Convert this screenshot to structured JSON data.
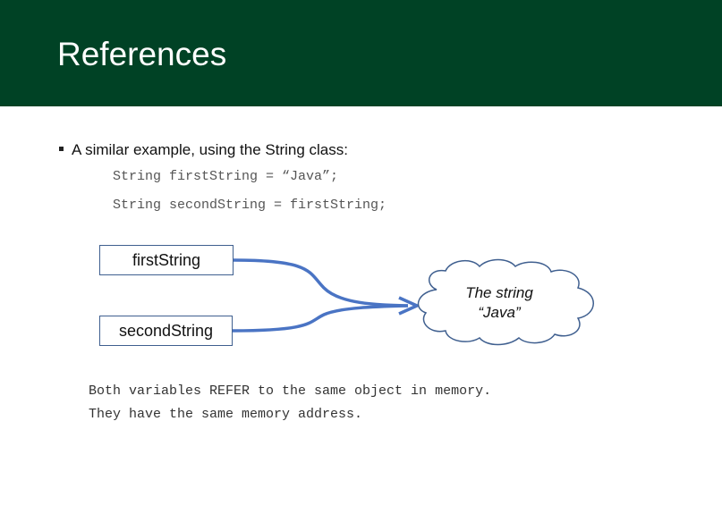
{
  "slide": {
    "title": "References",
    "bullet_text": "A similar example, using the String class:",
    "code_lines": [
      "String firstString = “Java”;",
      "String secondString = firstString;"
    ],
    "diagram": {
      "var1_label": "firstString",
      "var2_label": "secondString",
      "cloud_line1": "The string",
      "cloud_line2": "“Java”"
    },
    "notes": [
      "Both variables REFER to the same object in memory.",
      "They have the same memory address."
    ]
  },
  "colors": {
    "header_bg": "#004225",
    "arrow": "#4a74c4",
    "box_border": "#3f5f8f"
  }
}
